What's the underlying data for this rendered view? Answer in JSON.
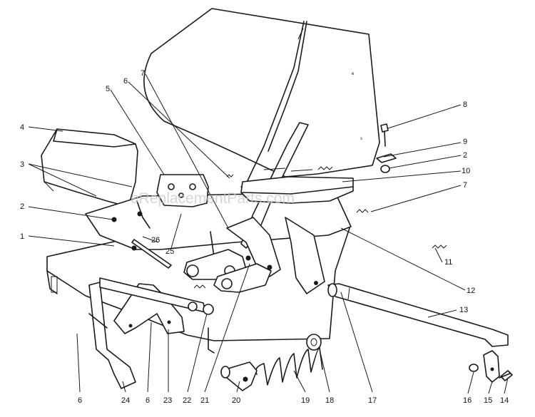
{
  "watermark": "eReplacementParts.com",
  "callouts": [
    {
      "id": "c8",
      "text": "8"
    },
    {
      "id": "c9",
      "text": "9"
    },
    {
      "id": "c2r",
      "text": "2"
    },
    {
      "id": "c10",
      "text": "10"
    },
    {
      "id": "c7r",
      "text": "7"
    },
    {
      "id": "c11",
      "text": "11"
    },
    {
      "id": "c12",
      "text": "12"
    },
    {
      "id": "c13",
      "text": "13"
    },
    {
      "id": "c14",
      "text": "14"
    },
    {
      "id": "c15",
      "text": "15"
    },
    {
      "id": "c16",
      "text": "16"
    },
    {
      "id": "c17",
      "text": "17"
    },
    {
      "id": "c18",
      "text": "18"
    },
    {
      "id": "c19",
      "text": "19"
    },
    {
      "id": "c20",
      "text": "20"
    },
    {
      "id": "c21",
      "text": "21"
    },
    {
      "id": "c22",
      "text": "22"
    },
    {
      "id": "c23",
      "text": "23"
    },
    {
      "id": "c6b",
      "text": "6"
    },
    {
      "id": "c24",
      "text": "24"
    },
    {
      "id": "c6a",
      "text": "6"
    },
    {
      "id": "c1",
      "text": "1"
    },
    {
      "id": "c2l",
      "text": "2"
    },
    {
      "id": "c3",
      "text": "3"
    },
    {
      "id": "c4",
      "text": "4"
    },
    {
      "id": "c5",
      "text": "5"
    },
    {
      "id": "c6t",
      "text": "6"
    },
    {
      "id": "c7t",
      "text": "7"
    },
    {
      "id": "c26",
      "text": "26"
    },
    {
      "id": "c25",
      "text": "25"
    }
  ]
}
